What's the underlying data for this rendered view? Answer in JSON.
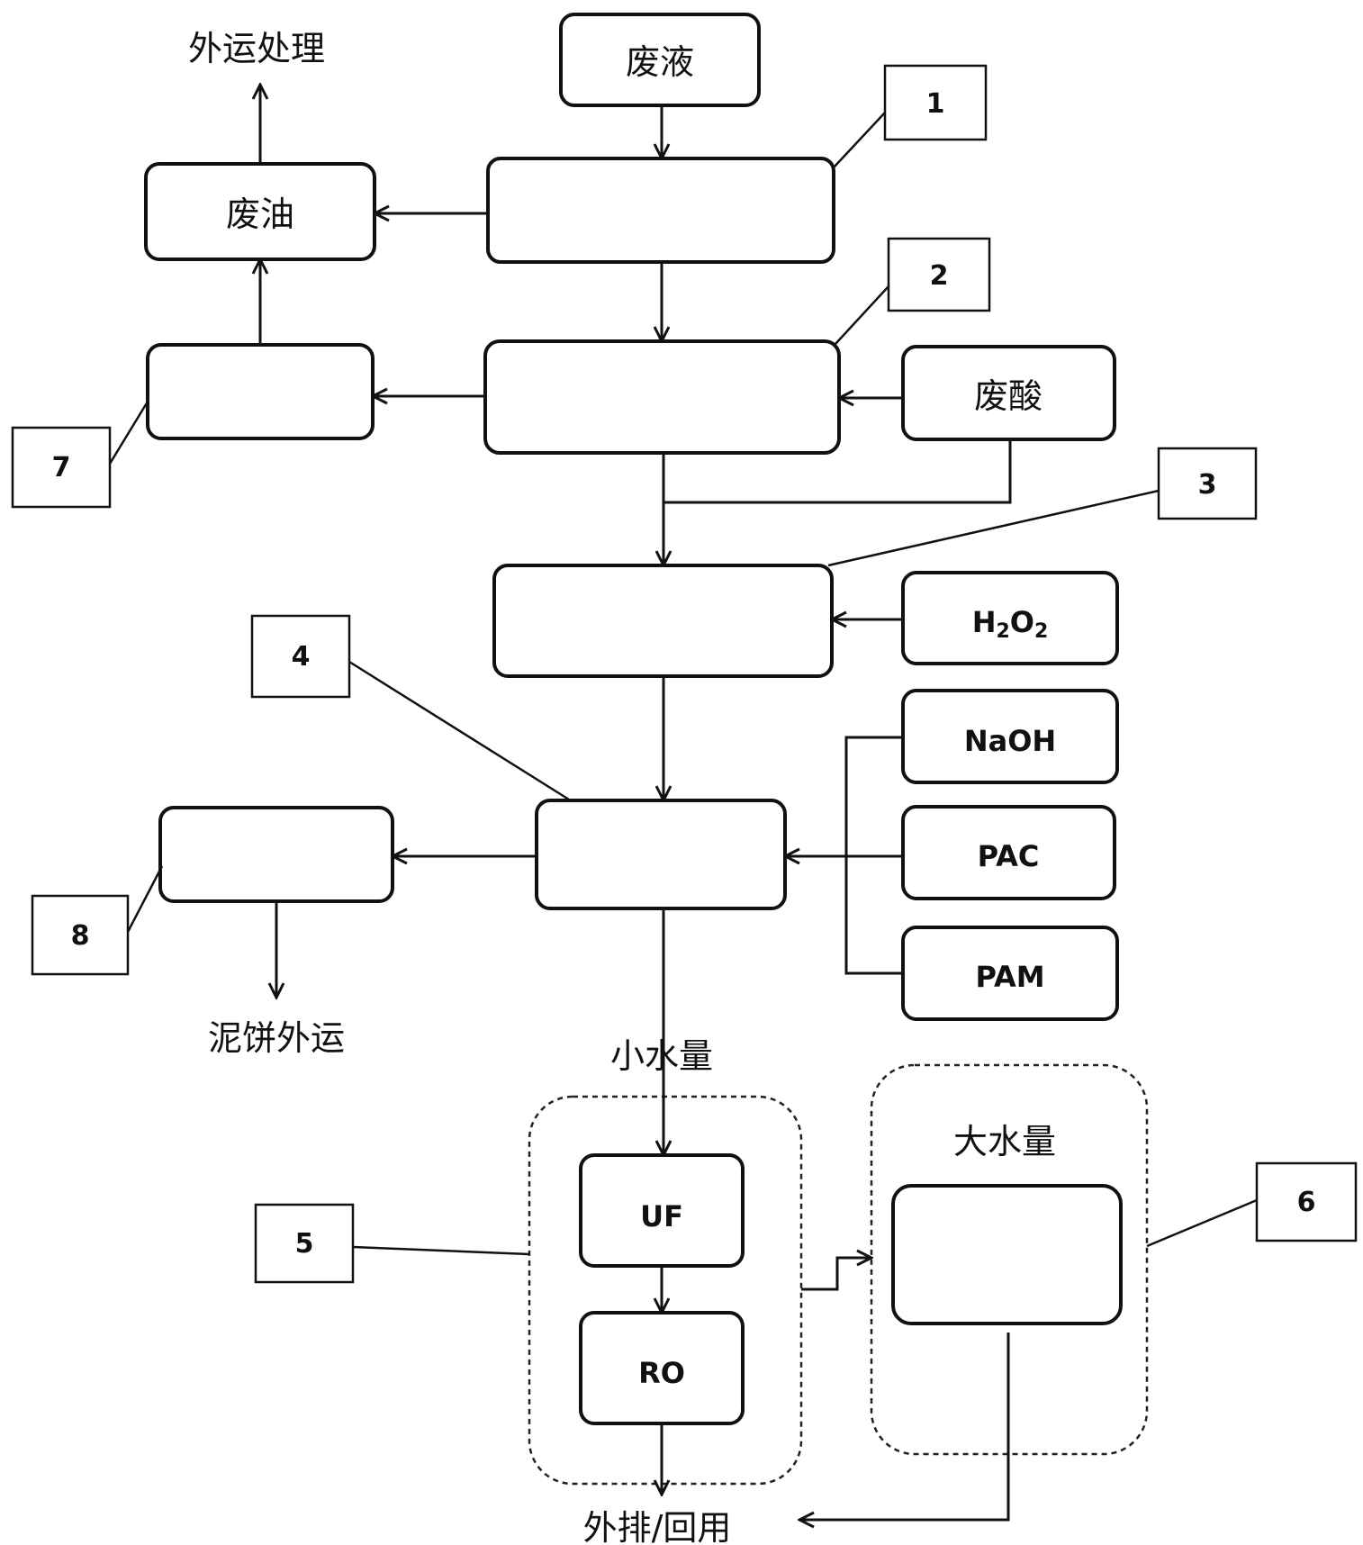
{
  "nodes": {
    "waste_liquid": "废液",
    "waste_oil": "废油",
    "waste_acid": "废酸",
    "h2o2": {
      "main": "H",
      "sub1": "2",
      "mid": "O",
      "sub2": "2"
    },
    "naoh": "NaOH",
    "pac": "PAC",
    "pam": "PAM",
    "uf": "UF",
    "ro": "RO"
  },
  "outputs": {
    "outsourced_treatment": "外运处理",
    "sludge_cake_out": "泥饼外运",
    "discharge_reuse": "外排/回用"
  },
  "labels": {
    "small_volume": "小水量",
    "large_volume": "大水量"
  },
  "tags": [
    "1",
    "2",
    "3",
    "4",
    "5",
    "6",
    "7",
    "8"
  ]
}
